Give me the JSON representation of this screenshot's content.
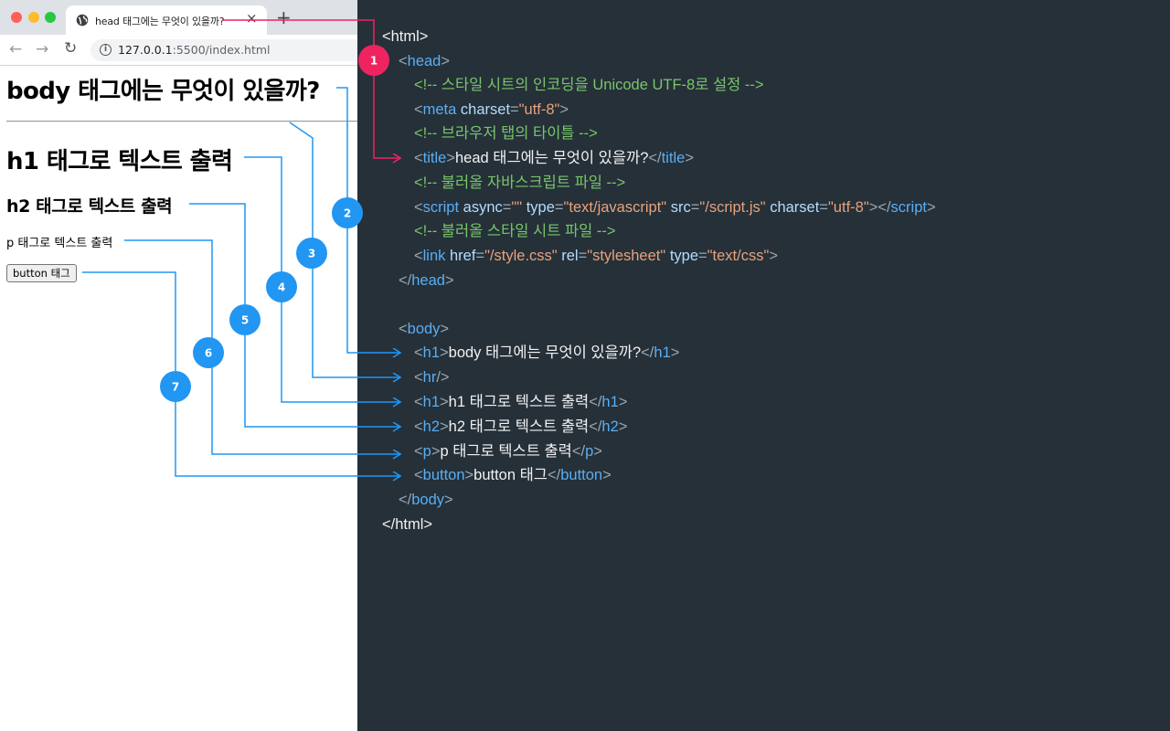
{
  "browser": {
    "tab_title": "head 태그에는 무엇이 있을까?",
    "tab_close": "×",
    "new_tab": "+",
    "url_host": "127.0.0.1",
    "url_rest": ":5500/index.html"
  },
  "page": {
    "h1_body": "body 태그에는 무엇이 있을까?",
    "h1_text": "h1 태그로 텍스트 출력",
    "h2_text": "h2 태그로 텍스트 출력",
    "p_text": "p 태그로 텍스트 출력",
    "button_text": "button 태그"
  },
  "code": {
    "html_open": "<html>",
    "head_open_lt": "<",
    "head_open_tag": "head",
    "head_open_gt": ">",
    "c1": "<!-- 스타일 시트의 인코딩을 Unicode UTF-8로 설정 -->",
    "meta_tag": "meta",
    "meta_attr": "charset",
    "meta_eq": "=",
    "meta_val": "\"utf-8\"",
    "c2": "<!-- 브라우저 탭의 타이틀 -->",
    "title_tag": "title",
    "title_text": "head 태그에는 무엇이 있을까?",
    "title_close": "title",
    "c3": "<!-- 불러올 자바스크립트 파일 -->",
    "script_tag": "script",
    "script_a1": "async",
    "script_v1": "\"\"",
    "script_a2": "type",
    "script_v2": "\"text/javascript\"",
    "script_a3": "src",
    "script_v3": "\"/script.js\"",
    "script_a4": "charset",
    "script_v4": "\"utf-8\"",
    "script_close": "script",
    "c4": "<!-- 불러올 스타일 시트 파일 -->",
    "link_tag": "link",
    "link_a1": "href",
    "link_v1": "\"/style.css\"",
    "link_a2": "rel",
    "link_v2": "\"stylesheet\"",
    "link_a3": "type",
    "link_v3": "\"text/css\"",
    "head_close": "head",
    "body_open": "body",
    "h1a_tag": "h1",
    "h1a_text": "body 태그에는 무엇이 있을까?",
    "hr_tag": "hr",
    "h1b_tag": "h1",
    "h1b_text": "h1 태그로 텍스트 출력",
    "h2_tag": "h2",
    "h2_text": "h2 태그로 텍스트 출력",
    "p_tag": "p",
    "p_text": "p 태그로 텍스트 출력",
    "button_tag": "button",
    "button_text": "button 태그",
    "body_close": "body",
    "html_close": "</html>"
  },
  "badges": [
    "1",
    "2",
    "3",
    "4",
    "5",
    "6",
    "7"
  ],
  "colors": {
    "code_bg": "#253039",
    "tag": "#5aaef3",
    "attr": "#b5dcfe",
    "string": "#e8a27c",
    "comment": "#79c66a",
    "badge_head": "#ee2360",
    "badge_body": "#2196f3"
  }
}
